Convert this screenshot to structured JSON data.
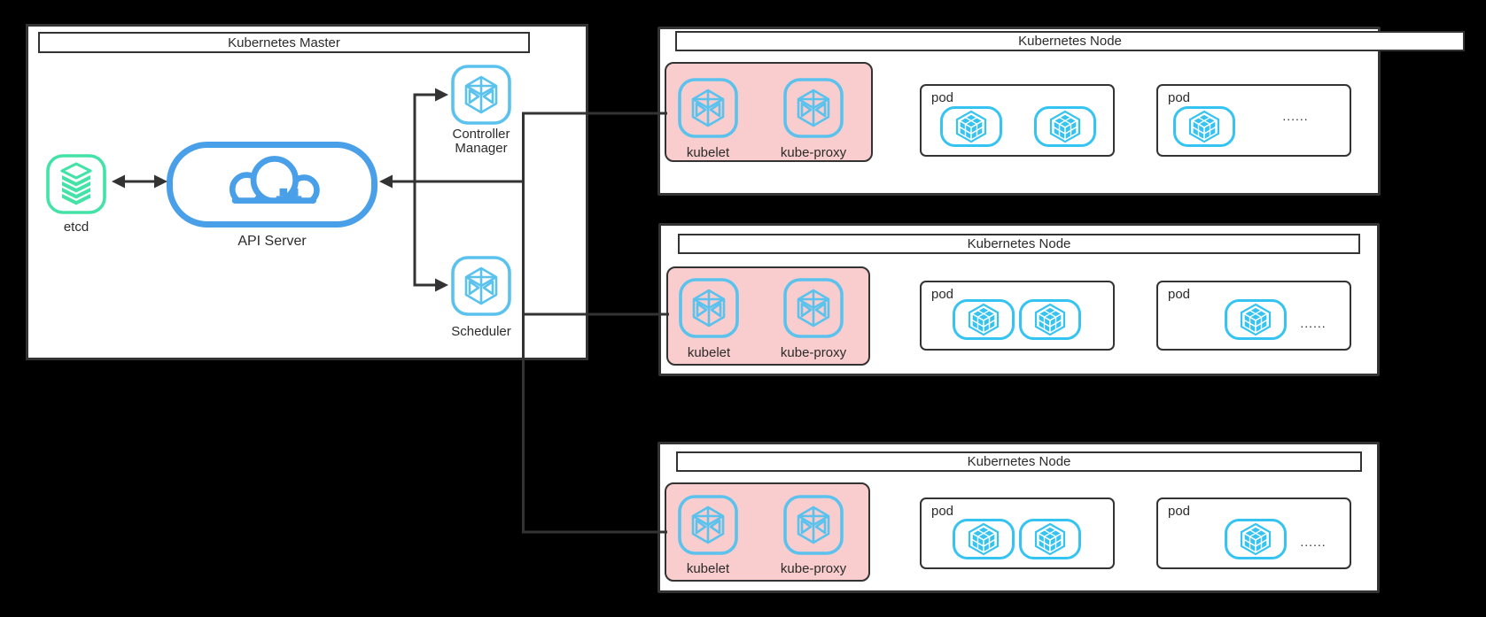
{
  "diagram": {
    "master": {
      "title": "Kubernetes Master",
      "etcd_label": "etcd",
      "api_server_label": "API Server",
      "controller_manager_line1": "Controller",
      "controller_manager_line2": "Manager",
      "scheduler_label": "Scheduler"
    },
    "nodes": [
      {
        "title": "Kubernetes Node",
        "kubelet_label": "kubelet",
        "kube_proxy_label": "kube-proxy",
        "pods": [
          {
            "label": "pod"
          },
          {
            "label": "pod",
            "more": "......"
          }
        ]
      },
      {
        "title": "Kubernetes Node",
        "kubelet_label": "kubelet",
        "kube_proxy_label": "kube-proxy",
        "pods": [
          {
            "label": "pod"
          },
          {
            "label": "pod",
            "more": "......"
          }
        ]
      },
      {
        "title": "Kubernetes Node",
        "kubelet_label": "kubelet",
        "kube_proxy_label": "kube-proxy",
        "pods": [
          {
            "label": "pod"
          },
          {
            "label": "pod",
            "more": "......"
          }
        ]
      }
    ],
    "colors": {
      "background": "#000000",
      "box_fill": "#ffffff",
      "box_border": "#333333",
      "pink_fill": "#f9cdcd",
      "cube_blue": "#5bc2ee",
      "container_cyan": "#35c3f2",
      "api_blue": "#4aa0e8",
      "etcd_green": "#43e3a8",
      "line": "#333333",
      "text": "#2b2b2b"
    }
  }
}
